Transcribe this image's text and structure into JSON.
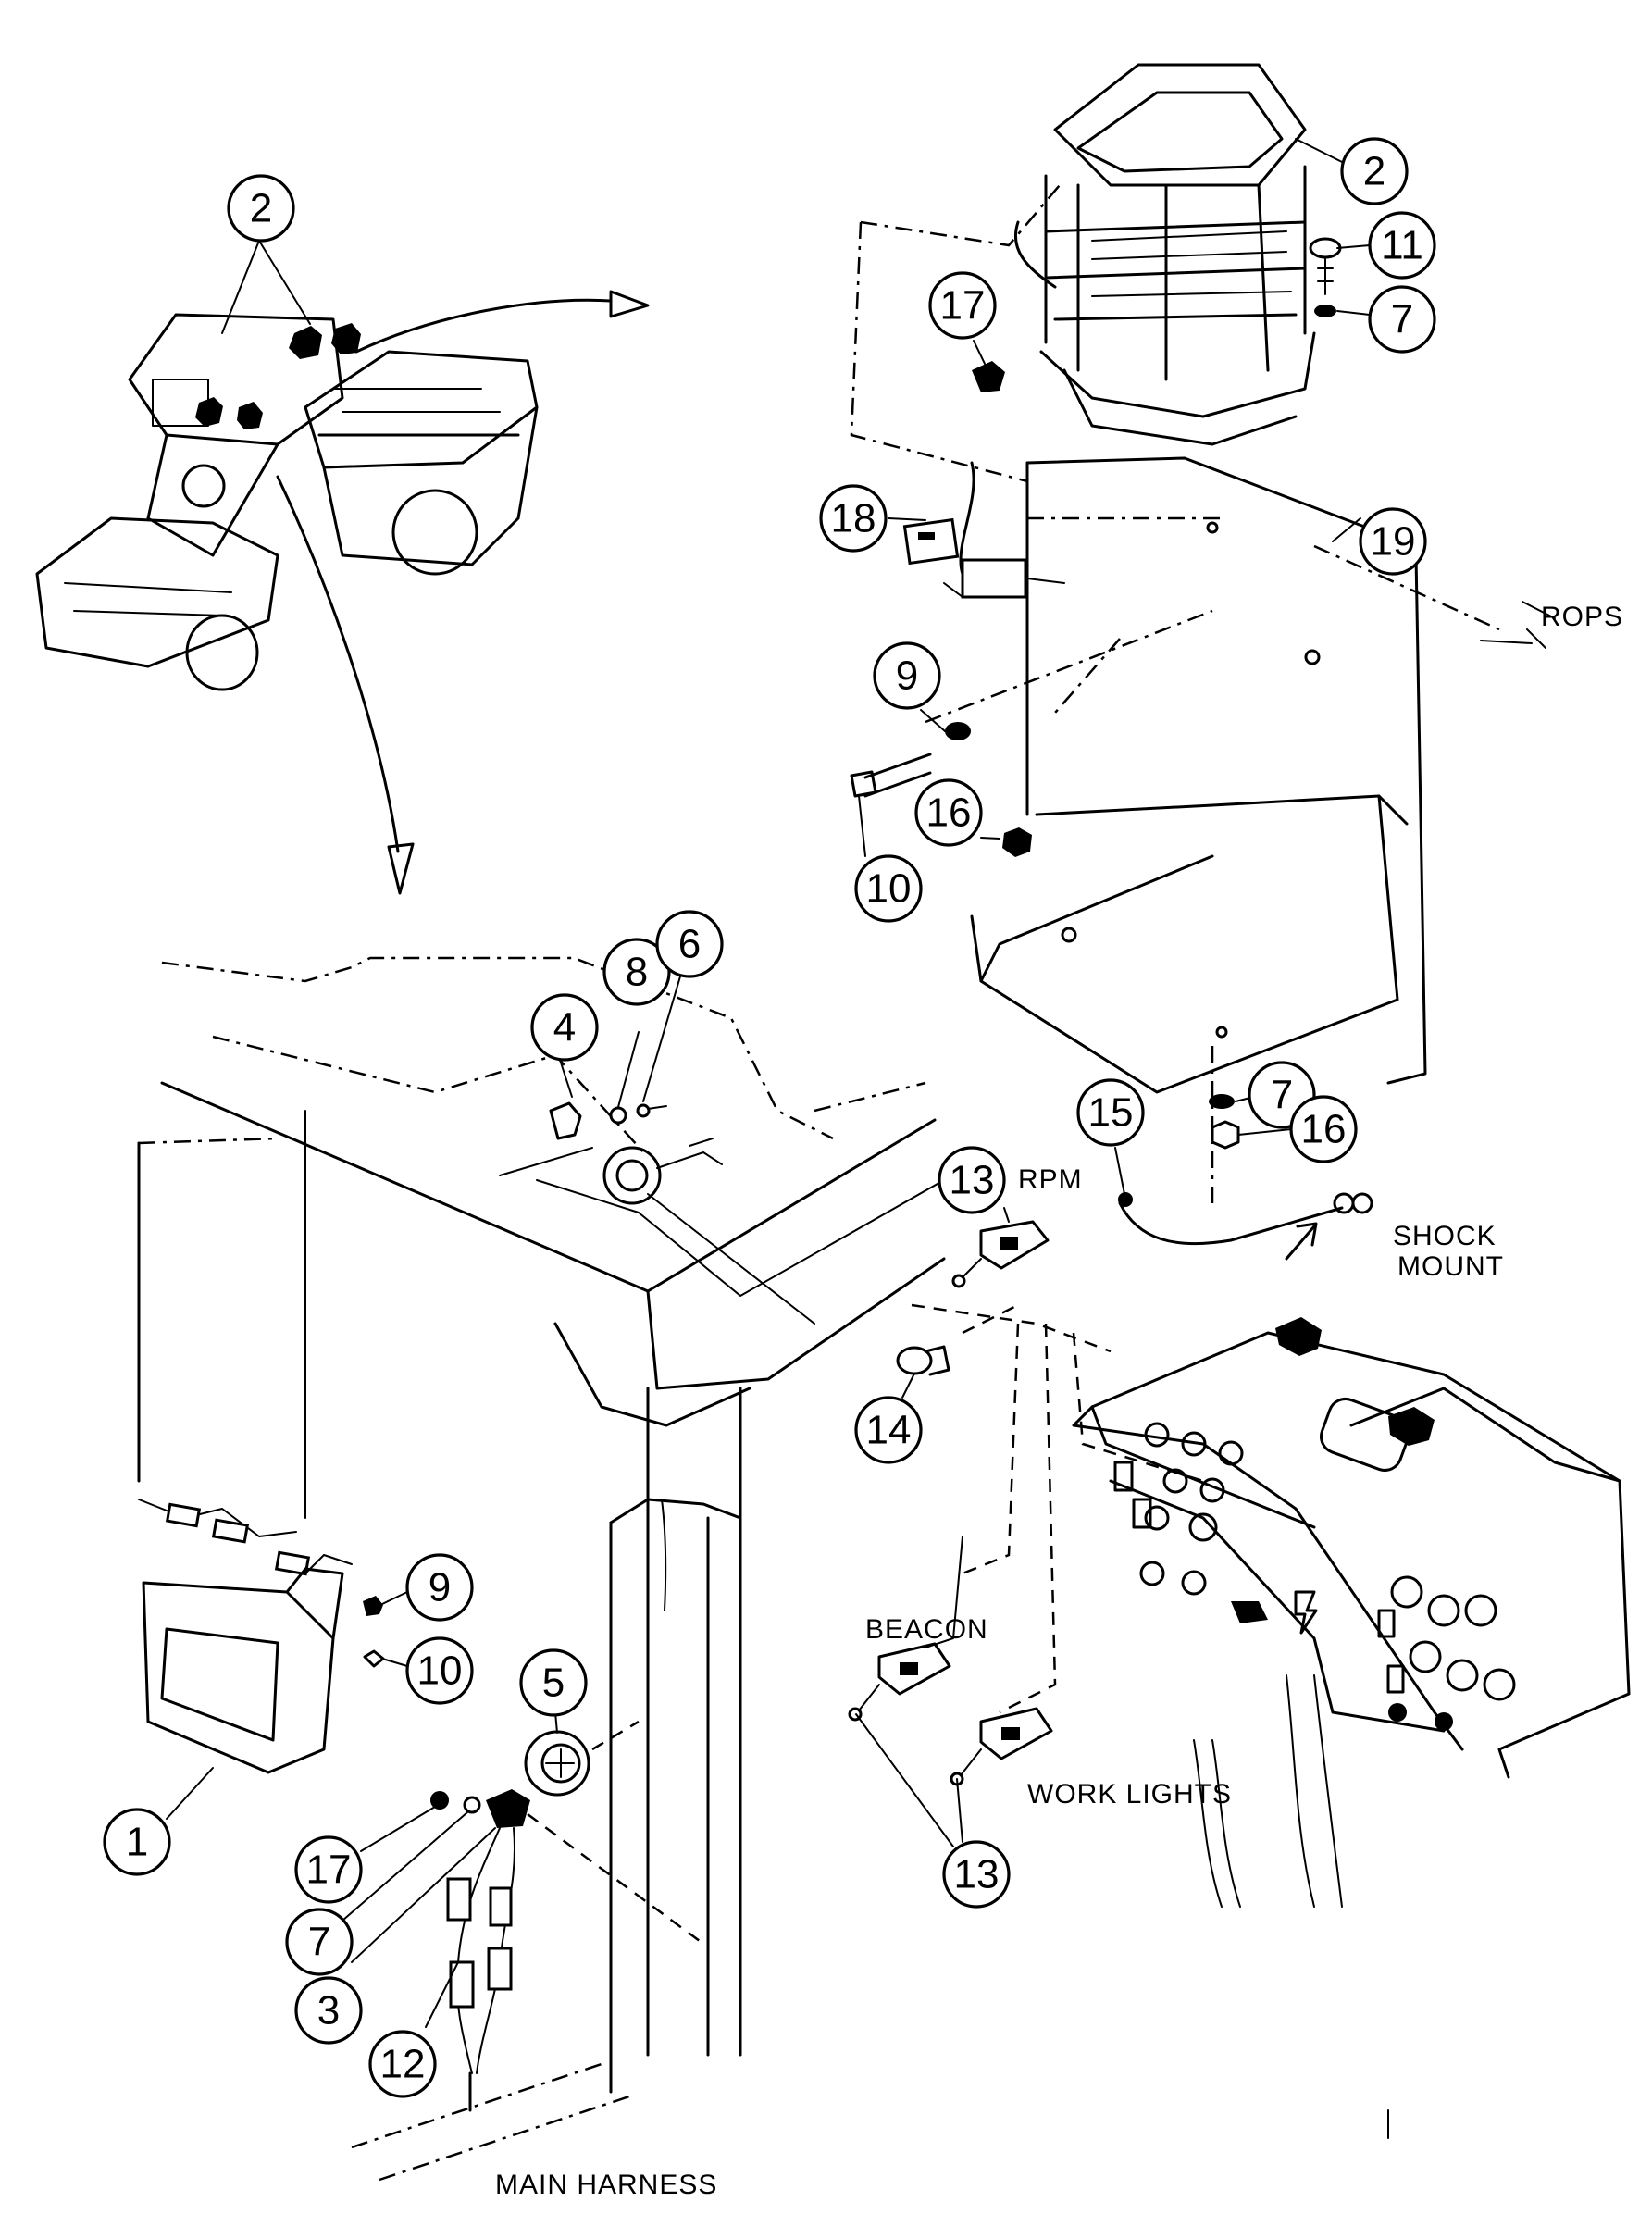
{
  "figure": {
    "callout_labels": {
      "rops": "ROPS",
      "rpm": "RPM",
      "shock_mount_line1": "SHOCK",
      "shock_mount_line2": "MOUNT",
      "beacon": "BEACON",
      "work_lights": "WORK LIGHTS",
      "main_harness": "MAIN HARNESS"
    },
    "part_numbers": {
      "p1": "1",
      "p2a": "2",
      "p2b": "2",
      "p3": "3",
      "p4": "4",
      "p5": "5",
      "p6": "6",
      "p7a": "7",
      "p7b": "7",
      "p7c": "7",
      "p8": "8",
      "p9a": "9",
      "p9b": "9",
      "p10a": "10",
      "p10b": "10",
      "p11": "11",
      "p12": "12",
      "p13a": "13",
      "p13b": "13",
      "p14": "14",
      "p15": "15",
      "p16a": "16",
      "p16b": "16",
      "p17a": "17",
      "p17b": "17",
      "p18": "18",
      "p19": "19"
    }
  }
}
